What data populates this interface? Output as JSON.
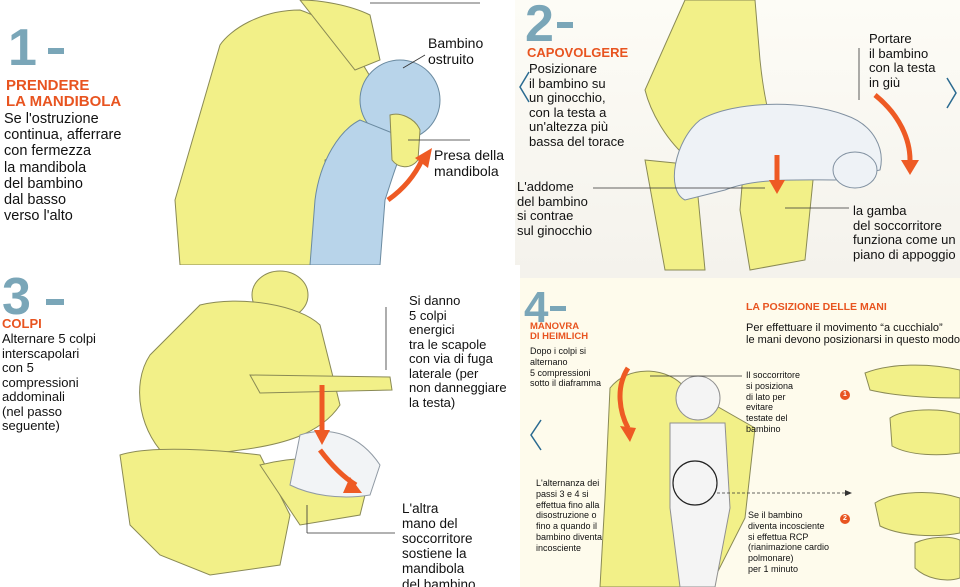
{
  "colors": {
    "accent": "#e85420",
    "number": "#7aa6b8",
    "figure": "#f2f088",
    "child": "#b8d4ea",
    "arrow": "#ee5a24"
  },
  "step1": {
    "number": "1",
    "title_line1": "PRENDERE",
    "title_line2": "LA MANDIBOLA",
    "body": [
      "Se l'ostruzione",
      "continua, afferrare",
      "con fermezza",
      "la mandibola",
      "del bambino",
      "dal basso",
      "verso l'alto"
    ],
    "label_child": [
      "Bambino",
      "ostruito"
    ],
    "label_grip": [
      "Presa della",
      "mandibola"
    ]
  },
  "step2": {
    "number": "2",
    "title": "CAPOVOLGERE",
    "body": [
      "Posizionare",
      "il bambino su",
      "un ginocchio,",
      "con la testa a",
      "un'altezza più",
      "bassa del torace"
    ],
    "label_turn": [
      "Portare",
      "il bambino",
      "con la testa",
      "in giù"
    ],
    "label_abdomen": [
      "L'addome",
      "del bambino",
      "si contrae",
      "sul ginocchio"
    ],
    "label_leg": [
      "la gamba",
      "del soccorritore",
      "funziona come un",
      "piano di appoggio"
    ]
  },
  "step3": {
    "number": "3",
    "title": "COLPI",
    "body": [
      "Alternare 5 colpi",
      "interscapolari",
      "con 5",
      "compressioni",
      "addominali",
      "(nel passo",
      "seguente)"
    ],
    "label_hits": [
      "Si danno",
      "5 colpi",
      "energici",
      "tra le scapole",
      "con via di fuga",
      "laterale (per",
      "non danneggiare",
      "la testa)"
    ],
    "label_other_hand": [
      "L'altra",
      "mano del",
      "soccorritore",
      "sostiene la",
      "mandibola",
      "del bambino"
    ]
  },
  "step4": {
    "number": "4",
    "title_line1": "MANOVRA",
    "title_line2": "DI HEIMLICH",
    "body": [
      "Dopo i colpi si",
      "alternano",
      "5 compressioni",
      "sotto il diaframma"
    ],
    "label_rescuer": [
      "Il soccorritore",
      "si posiziona",
      "di lato per",
      "evitare",
      "testate del",
      "bambino"
    ],
    "label_alternate": [
      "L'alternanza dei",
      "passi 3 e 4 si",
      "effettua fino alla",
      "disostruzione o",
      "fino a quando il",
      "bambino diventa",
      "incosciente"
    ],
    "label_cpr": [
      "Se il bambino",
      "diventa incosciente",
      "si effettua RCP",
      "(rianimazione cardio",
      "polmonare)",
      "per 1 minuto"
    ],
    "hands_title": "LA POSIZIONE DELLE MANI",
    "hands_text": [
      "Per effettuare il movimento “a cucchialo”",
      "le mani devono posizionarsi in questo modo"
    ],
    "badge1": "1",
    "badge2": "2"
  }
}
